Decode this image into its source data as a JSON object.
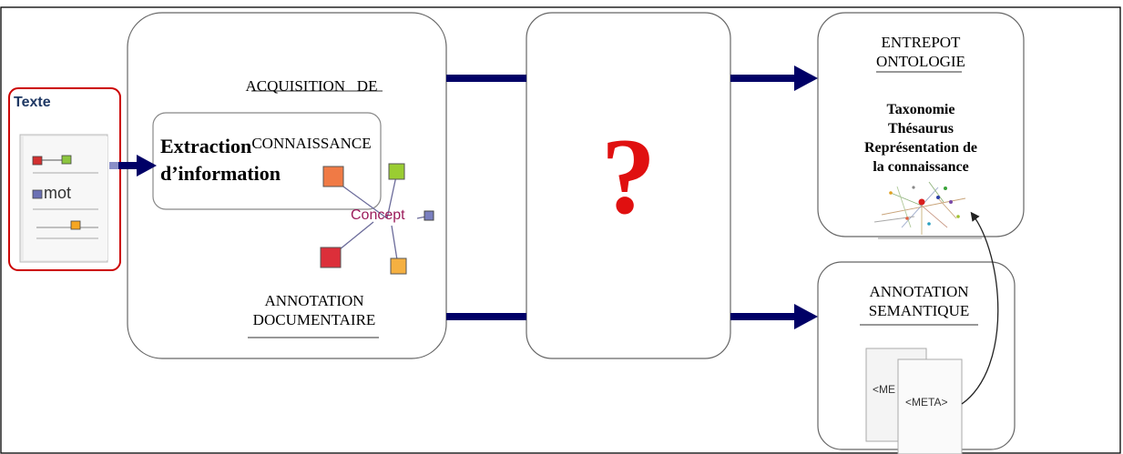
{
  "texte_panel": {
    "title": "Texte",
    "doc_word": "mot"
  },
  "acquisition": {
    "title_line1": "ACQUISITION   DE",
    "title_line2": "CONNAISSANCE",
    "extraction_line1": "Extraction",
    "extraction_line2": "d’information",
    "concept_label": "Concept",
    "annotation_line1": "ANNOTATION",
    "annotation_line2": "DOCUMENTAIRE"
  },
  "middle": {
    "symbol": "?"
  },
  "entrepot": {
    "title_line1": "ENTREPOT",
    "title_line2": "ONTOLOGIE",
    "items": [
      "Taxonomie",
      "Thésaurus",
      "Représentation de",
      "la connaissance"
    ]
  },
  "annotation_semantique": {
    "title_line1": "ANNOTATION",
    "title_line2": "SEMANTIQUE",
    "doc_back_label": "<ME",
    "doc_front_label": "<META>"
  },
  "colors": {
    "arrow": "#000066",
    "texte_border": "#cc0000",
    "texte_title": "#1f3864",
    "question": "#e01010",
    "concept": "#9b1b5a"
  }
}
